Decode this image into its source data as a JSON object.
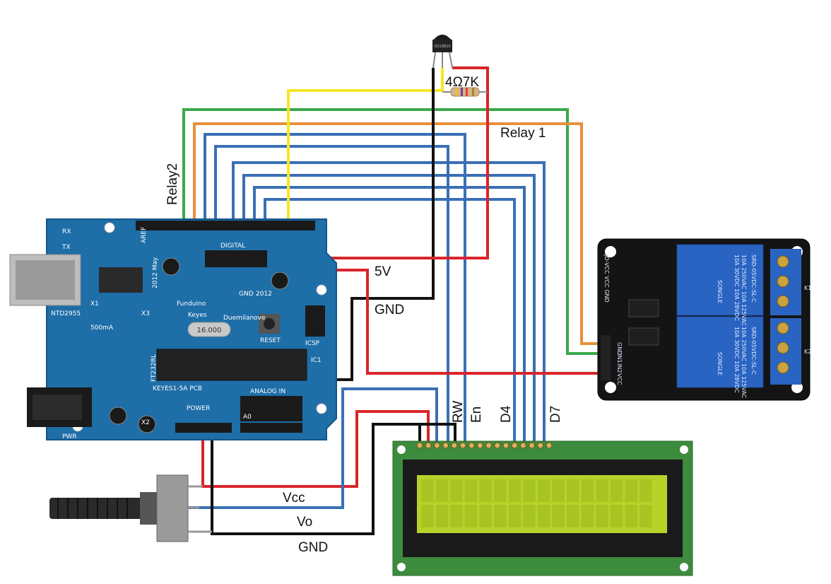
{
  "labels": {
    "resistor": "4Ω7K",
    "relay1": "Relay 1",
    "relay2": "Relay2",
    "v5": "5V",
    "gnd_top": "GND",
    "rw": "RW",
    "en": "En",
    "d4": "D4",
    "d7": "D7",
    "vcc": "Vcc",
    "vo": "Vo",
    "gnd_bottom": "GND"
  },
  "arduino": {
    "brand": "Funduino",
    "brand2": "Keyes",
    "model": "Duemilanove",
    "year": "2012",
    "year_may": "2012 May",
    "ic": "IC1",
    "reset": "RESET",
    "icsp": "ICSP",
    "power": "POWER",
    "analog": "ANALOG IN",
    "pwr": "PWR",
    "tx": "TX",
    "rx": "RX",
    "aref": "AREF",
    "gnd": "GND",
    "digital": "DIGITAL",
    "crystal": "16.000",
    "chip_id": "NTD2955",
    "chip2": "500mA",
    "ft": "FT232RL",
    "keyes_pcb": "KEYES1-5A PCB",
    "x1": "X1",
    "x2": "X2",
    "x3": "X3",
    "ao": "A0"
  },
  "relay_module": {
    "relay_text": "SRD-05VDC-SL-C",
    "rating1": "10A 250VAC  10A 125VAC",
    "rating2": "10A 30VDC  10A 28VDC",
    "songle": "SONGLE",
    "k1": "K1",
    "k2": "K2",
    "pins": [
      "GND",
      "IN1",
      "IN2",
      "VCC"
    ],
    "jd": "JD-VCC VCC GND"
  },
  "sensor": {
    "text": "DS18B20"
  },
  "colors": {
    "red": "#d9252a",
    "black": "#111111",
    "yellow": "#f7e626",
    "green": "#3aa94a",
    "orange": "#e8903a",
    "blue": "#3a6fb5",
    "arduino_pcb": "#1e6ea8",
    "lcd_pcb": "#3d8b3d",
    "lcd_screen": "#b7d32a",
    "relay_pcb": "#141414",
    "relay_blue": "#2a64c2"
  }
}
